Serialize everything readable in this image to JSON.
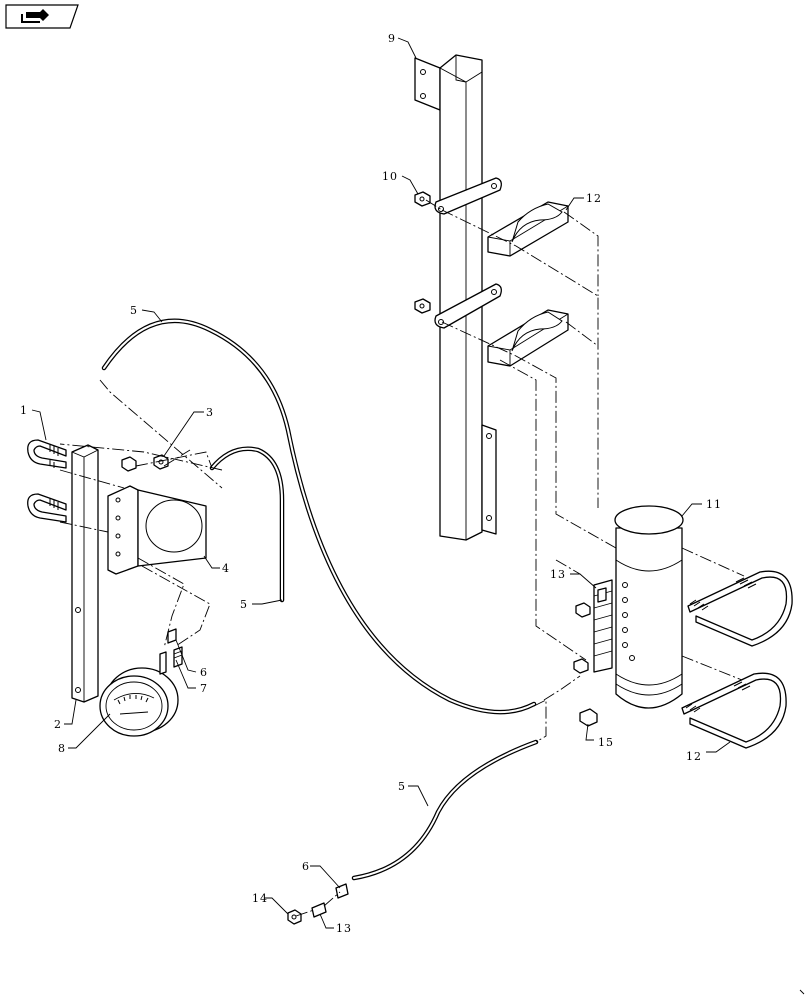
{
  "nav_icon": "folder-arrow-icon",
  "callouts": {
    "c1": "1",
    "c2": "2",
    "c3": "3",
    "c4": "4",
    "c5a": "5",
    "c5b": "5",
    "c5c": "5",
    "c6a": "6",
    "c6b": "6",
    "c7": "7",
    "c8": "8",
    "c9": "9",
    "c10": "10",
    "c11": "11",
    "c12a": "12",
    "c12b": "12",
    "c13a": "13",
    "c13b": "13",
    "c14": "14",
    "c15": "15"
  },
  "colors": {
    "line": "#000000",
    "background": "#ffffff"
  }
}
